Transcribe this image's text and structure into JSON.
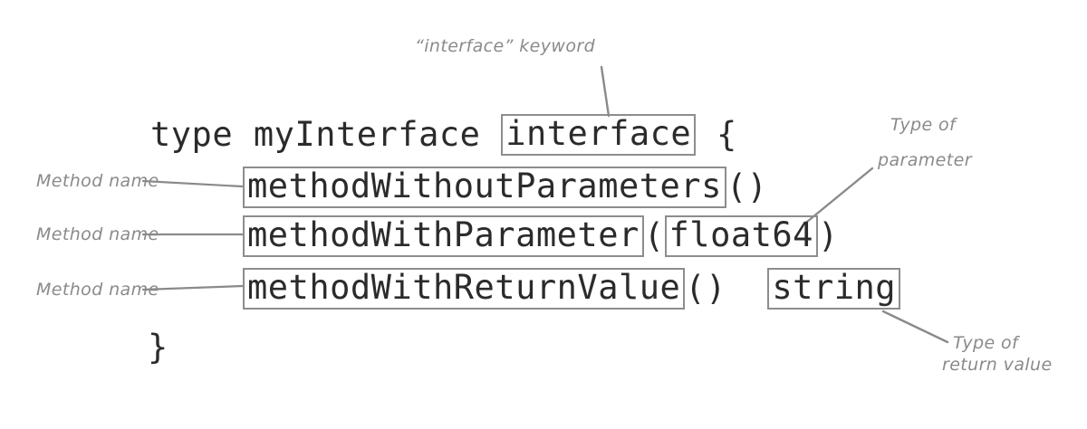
{
  "figure": {
    "title": "Go interface declaration annotated",
    "ink_color": "#8a8a8a",
    "code_color": "#2b2b2b",
    "box_border_color": "#8d8d8d",
    "background": "#ffffff"
  },
  "code": {
    "line1": {
      "prefix": "type myInterface ",
      "boxed": "interface",
      "suffix": " {"
    },
    "line2": {
      "prefix": "",
      "boxed": "methodWithoutParameters",
      "suffix": "()"
    },
    "line3": {
      "prefix": "",
      "boxed": "methodWithParameter",
      "mid": "(",
      "boxed2": "float64",
      "suffix": ")"
    },
    "line4": {
      "prefix": "",
      "boxed": "methodWithReturnValue",
      "mid": "()  ",
      "boxed2": "string",
      "suffix": ""
    },
    "line5": {
      "text": "}"
    }
  },
  "annotations": {
    "keyword": "“interface” keyword",
    "method_name_1": "Method name",
    "method_name_2": "Method name",
    "method_name_3": "Method name",
    "type_of_parameter_l1": "Type of",
    "type_of_parameter_l2": "parameter",
    "type_of_return_l1": "Type of",
    "type_of_return_l2": "return value"
  }
}
